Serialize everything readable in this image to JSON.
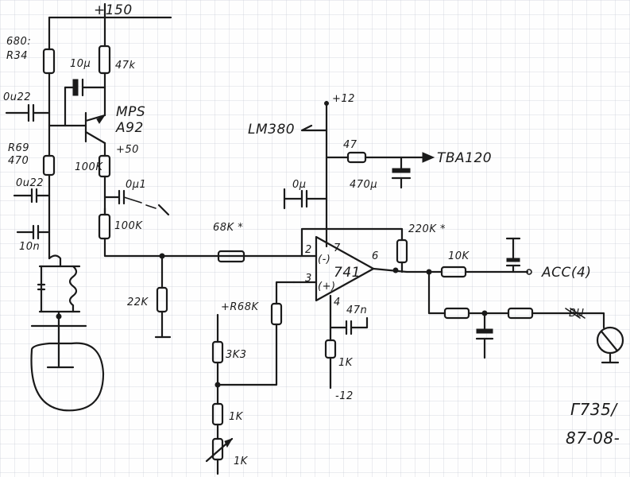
{
  "labels": {
    "supply_top": "+150",
    "r34": "680:\nR34",
    "r34_line1": "680:",
    "r34_line2": "R34",
    "r_47k": "47k",
    "c_10u": "10µ",
    "c_0u22_top": "0u22",
    "transistor_line1": "MPS",
    "transistor_line2": "A92",
    "r69_line1": "R69",
    "r69_line2": "470",
    "plus50": "+50",
    "r_100k_upper": "100K",
    "c_0u1": "0µ1",
    "c_0u22_mid": "0u22",
    "c_10n": "10n",
    "r_100k_lower": "100K",
    "r_22k": "22K",
    "r_68k_input": "68K *",
    "plus12": "+12",
    "lm380": "LM380",
    "r_47": "47",
    "c_470u": "470µ",
    "tba120": "TBA120",
    "c_0u_top_opamp": "0µ",
    "r_220k": "220K *",
    "opamp_pin7": "7",
    "opamp_pin2": "2",
    "opamp_pin3": "3",
    "opamp_pin6": "6",
    "opamp_pin4": "4",
    "opamp_minus": "(-)",
    "opamp_plus": "(+)",
    "opamp_name": "741",
    "c_47n": "47n",
    "r_1k_pin4": "1K",
    "minus12": "-12",
    "r_plus_r68k": "+R68K",
    "r_3k3": "3K3",
    "r_1k_bottom": "1K",
    "pot_1k": "1K",
    "r_10k": "10K",
    "acc4": "ACC(4)",
    "bu": "BU",
    "drawing_no": "Γ735/",
    "date": "87-08-"
  }
}
